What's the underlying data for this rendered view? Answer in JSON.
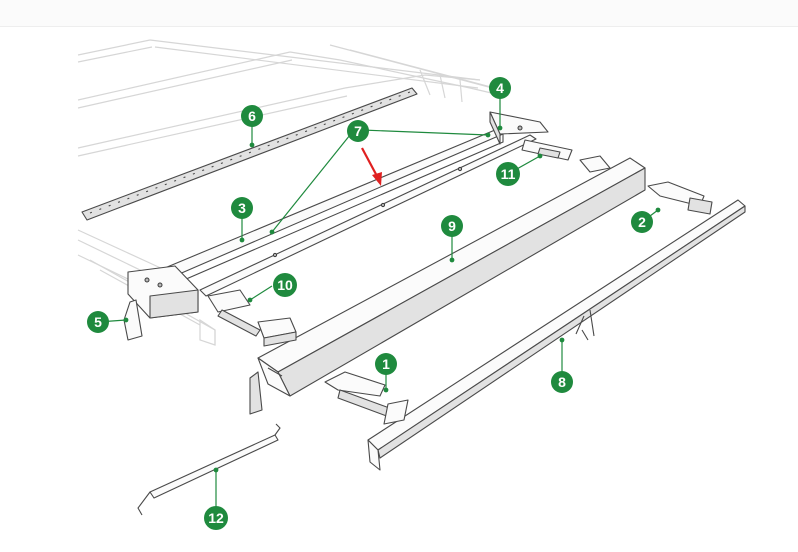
{
  "diagram": {
    "accent_color": "#1f8a3e",
    "arrow_color": "#e02020",
    "callouts": [
      {
        "id": "c1",
        "label": "1"
      },
      {
        "id": "c2",
        "label": "2"
      },
      {
        "id": "c3",
        "label": "3"
      },
      {
        "id": "c4",
        "label": "4"
      },
      {
        "id": "c5",
        "label": "5"
      },
      {
        "id": "c6",
        "label": "6"
      },
      {
        "id": "c7",
        "label": "7"
      },
      {
        "id": "c8",
        "label": "8"
      },
      {
        "id": "c9",
        "label": "9"
      },
      {
        "id": "c10",
        "label": "10"
      },
      {
        "id": "c11",
        "label": "11"
      },
      {
        "id": "c12",
        "label": "12"
      }
    ]
  }
}
